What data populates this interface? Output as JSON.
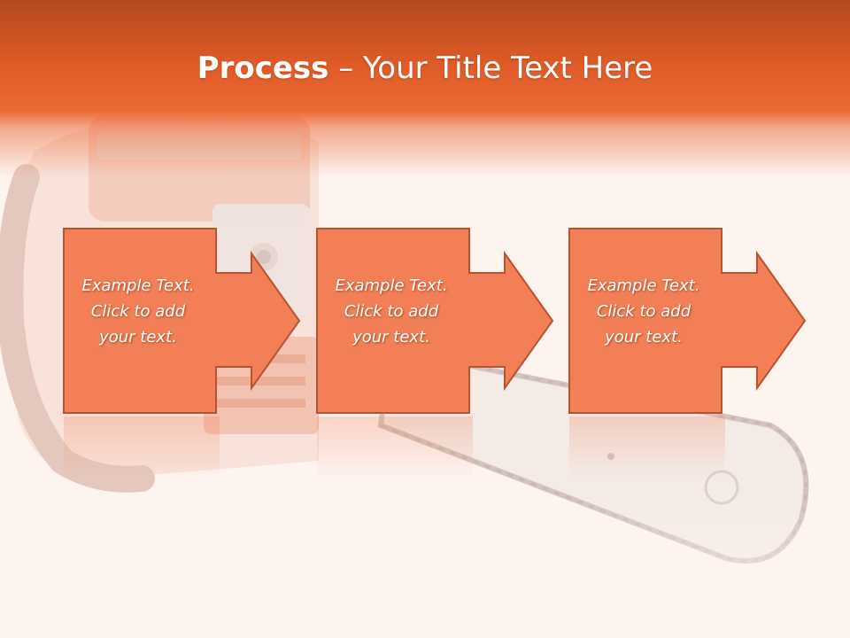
{
  "slide": {
    "title_bold": "Process",
    "title_dash": " – ",
    "title_rest": "Your Title Text Here",
    "steps": [
      {
        "line1": "Example Text.",
        "line2": "Click  to add",
        "line3": "your text."
      },
      {
        "line1": "Example Text.",
        "line2": "Click  to add",
        "line3": "your text."
      },
      {
        "line1": "Example Text.",
        "line2": "Click  to add",
        "line3": "your text."
      }
    ]
  },
  "colors": {
    "header": "#e35f2b",
    "box_fill": "#f27f55",
    "box_stroke": "#b9532c",
    "background": "#fdf3ef"
  }
}
